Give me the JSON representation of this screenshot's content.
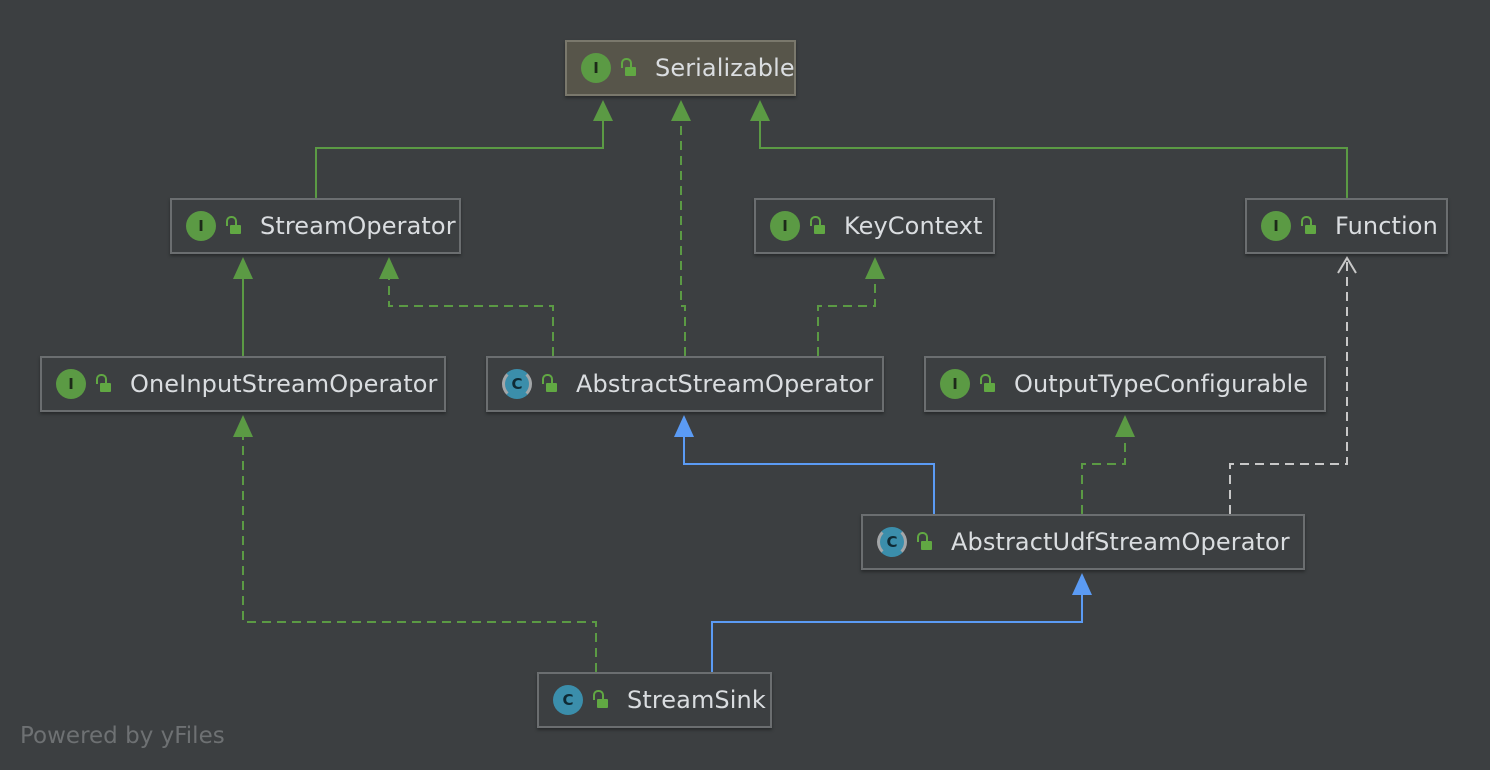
{
  "colors": {
    "background": "#3c3f41",
    "interface_edge": "#5b9a44",
    "extends_edge": "#5b9bf4",
    "function_edge": "#c8c8c8",
    "interface_badge": "#5b9a44",
    "class_badge": "#3b8eab",
    "visibility_lock": "#61a843"
  },
  "nodes": {
    "serializable": {
      "label": "Serializable",
      "kind": "interface",
      "badge": "I",
      "icon": "interface-icon",
      "visibility_icon": "public-lock-icon"
    },
    "stream_operator": {
      "label": "StreamOperator",
      "kind": "interface",
      "badge": "I",
      "icon": "interface-icon",
      "visibility_icon": "public-lock-icon"
    },
    "key_context": {
      "label": "KeyContext",
      "kind": "interface",
      "badge": "I",
      "icon": "interface-icon",
      "visibility_icon": "public-lock-icon"
    },
    "function": {
      "label": "Function",
      "kind": "interface",
      "badge": "I",
      "icon": "interface-icon",
      "visibility_icon": "public-lock-icon"
    },
    "one_input_stream_operator": {
      "label": "OneInputStreamOperator",
      "kind": "interface",
      "badge": "I",
      "icon": "interface-icon",
      "visibility_icon": "public-lock-icon"
    },
    "abstract_stream_operator": {
      "label": "AbstractStreamOperator",
      "kind": "abstract-class",
      "badge": "C",
      "icon": "abstract-class-icon",
      "visibility_icon": "public-lock-icon"
    },
    "output_type_configurable": {
      "label": "OutputTypeConfigurable",
      "kind": "interface",
      "badge": "I",
      "icon": "interface-icon",
      "visibility_icon": "public-lock-icon"
    },
    "abstract_udf_stream_operator": {
      "label": "AbstractUdfStreamOperator",
      "kind": "abstract-class",
      "badge": "C",
      "icon": "abstract-class-icon",
      "visibility_icon": "public-lock-icon"
    },
    "stream_sink": {
      "label": "StreamSink",
      "kind": "class",
      "badge": "C",
      "icon": "class-icon",
      "visibility_icon": "public-lock-icon"
    }
  },
  "edges": [
    {
      "from": "stream_operator",
      "to": "serializable",
      "relation": "extends-interface",
      "style": "solid"
    },
    {
      "from": "function",
      "to": "serializable",
      "relation": "extends-interface",
      "style": "solid"
    },
    {
      "from": "abstract_stream_operator",
      "to": "serializable",
      "relation": "implements",
      "style": "dashed"
    },
    {
      "from": "one_input_stream_operator",
      "to": "stream_operator",
      "relation": "extends-interface",
      "style": "solid"
    },
    {
      "from": "abstract_stream_operator",
      "to": "stream_operator",
      "relation": "implements",
      "style": "dashed"
    },
    {
      "from": "abstract_stream_operator",
      "to": "key_context",
      "relation": "implements",
      "style": "dashed"
    },
    {
      "from": "abstract_udf_stream_operator",
      "to": "abstract_stream_operator",
      "relation": "extends",
      "style": "solid"
    },
    {
      "from": "abstract_udf_stream_operator",
      "to": "output_type_configurable",
      "relation": "implements",
      "style": "dashed"
    },
    {
      "from": "abstract_udf_stream_operator",
      "to": "function",
      "relation": "implements",
      "style": "dashed"
    },
    {
      "from": "stream_sink",
      "to": "abstract_udf_stream_operator",
      "relation": "extends",
      "style": "solid"
    },
    {
      "from": "stream_sink",
      "to": "one_input_stream_operator",
      "relation": "implements",
      "style": "dashed"
    }
  ],
  "footer": {
    "watermark": "Powered by yFiles"
  }
}
